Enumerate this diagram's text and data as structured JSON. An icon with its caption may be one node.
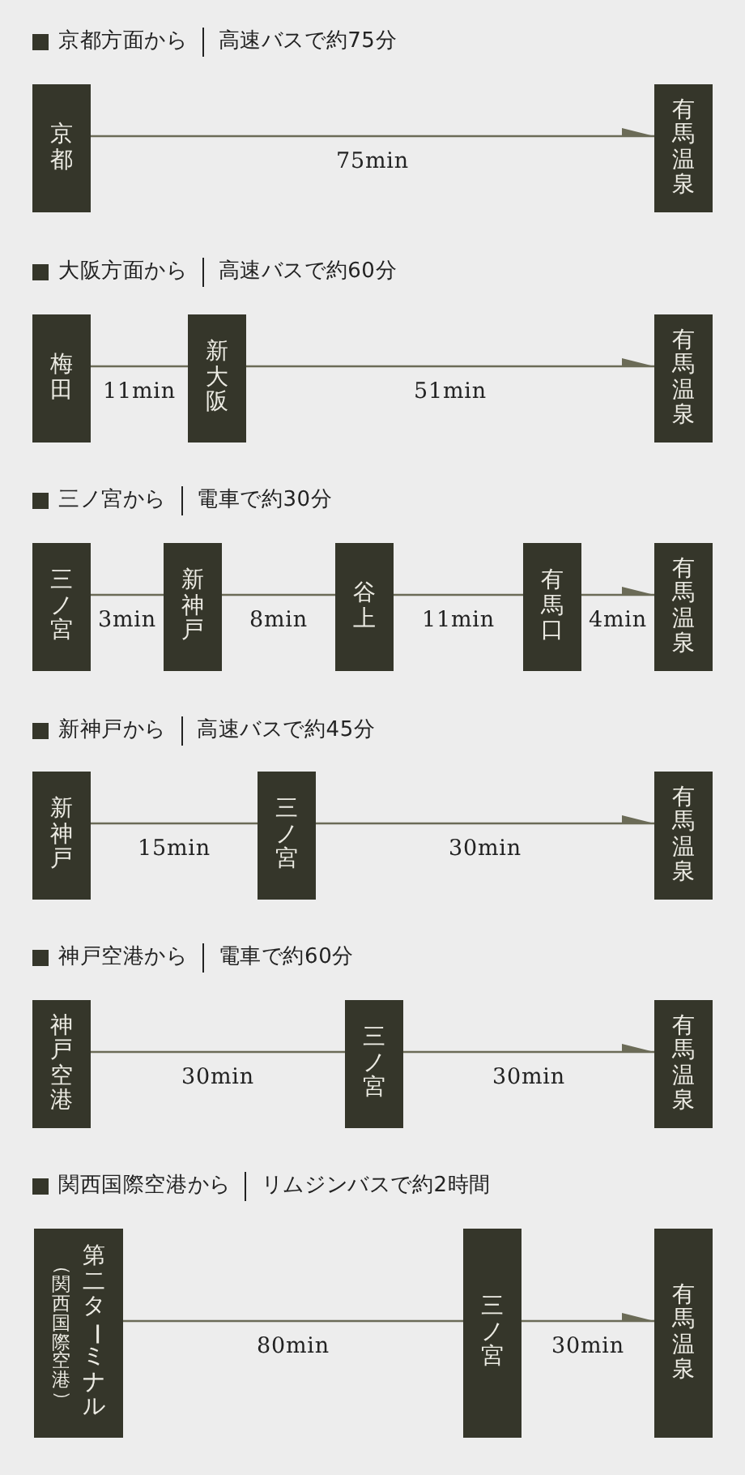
{
  "diagram": {
    "nodes": [
      {
        "text": [
          "京都"
        ]
      },
      {
        "text": [
          "有馬温泉"
        ]
      },
      {
        "text": [
          "梅田"
        ]
      },
      {
        "text": [
          "新大阪"
        ]
      },
      {
        "text": [
          "有馬温泉"
        ]
      },
      {
        "text": [
          "三ノ宮"
        ]
      },
      {
        "text": [
          "新神戸"
        ]
      },
      {
        "text": [
          "谷上"
        ]
      },
      {
        "text": [
          "有馬口"
        ]
      },
      {
        "text": [
          "有馬温泉"
        ]
      },
      {
        "text": [
          "新神戸"
        ]
      },
      {
        "text": [
          "三ノ宮"
        ]
      },
      {
        "text": [
          "有馬温泉"
        ]
      },
      {
        "text": [
          "神戸空港"
        ]
      },
      {
        "text": [
          "三ノ宮"
        ]
      },
      {
        "text": [
          "有馬温泉"
        ]
      },
      {
        "text": [
          "第二ターミナル",
          "（関西国際空港）"
        ]
      },
      {
        "text": [
          "三ノ宮"
        ]
      },
      {
        "text": [
          "有馬温泉"
        ]
      }
    ],
    "edges": [
      {
        "from": 0,
        "to": 1,
        "arrow": "to",
        "label": "75min"
      },
      {
        "from": 2,
        "to": 3,
        "arrow": "none",
        "label": "11min"
      },
      {
        "from": 3,
        "to": 4,
        "arrow": "to",
        "label": "51min"
      },
      {
        "from": 5,
        "to": 6,
        "arrow": "none",
        "label": "3min"
      },
      {
        "from": 6,
        "to": 7,
        "arrow": "none",
        "label": "8min"
      },
      {
        "from": 7,
        "to": 8,
        "arrow": "none",
        "label": "11min"
      },
      {
        "from": 8,
        "to": 9,
        "arrow": "to",
        "label": "4min"
      },
      {
        "from": 10,
        "to": 11,
        "arrow": "none",
        "label": "15min"
      },
      {
        "from": 11,
        "to": 12,
        "arrow": "to",
        "label": "30min"
      },
      {
        "from": 13,
        "to": 14,
        "arrow": "none",
        "label": "30min"
      },
      {
        "from": 14,
        "to": 15,
        "arrow": "to",
        "label": "30min"
      },
      {
        "from": 16,
        "to": 17,
        "arrow": "none",
        "label": "80min"
      },
      {
        "from": 17,
        "to": 18,
        "arrow": "to",
        "label": "30min"
      }
    ],
    "labels": [
      "京都方面から",
      "高速バスで約75分",
      "大阪方面から",
      "高速バスで約60分",
      "三ノ宮から",
      "電車で約30分",
      "新神戸から",
      "高速バスで約45分",
      "神戸空港から",
      "電車で約60分",
      "関西国際空港から",
      "リムジンバスで約2時間"
    ]
  }
}
